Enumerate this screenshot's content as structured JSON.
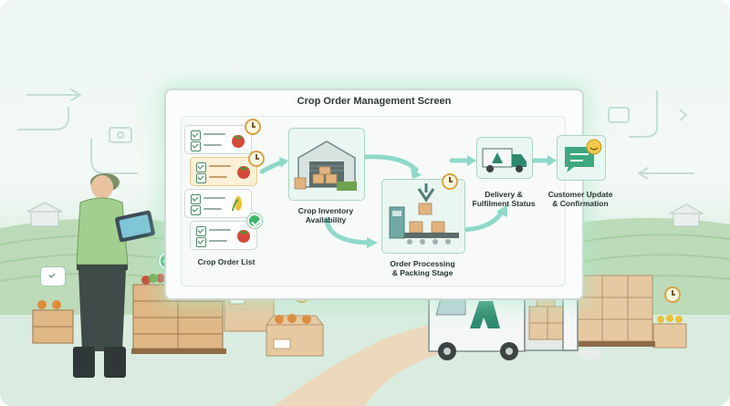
{
  "screen": {
    "title": "Crop Order Management Screen"
  },
  "stages": {
    "crop_order_list": "Crop Order List",
    "inventory": "Crop Inventory\nAvailability",
    "processing": "Order Processing\n& Packing Stage",
    "delivery": "Delivery &\nFulfilment Status",
    "customer": "Customer Update\n& Confirmation"
  },
  "colors": {
    "accent_green": "#3fb56a",
    "highlight_orange": "#fdf0d8",
    "arrow_teal": "#8fd9c9"
  }
}
